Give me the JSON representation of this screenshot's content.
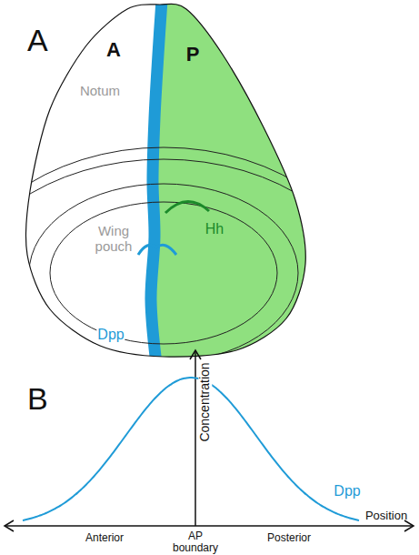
{
  "diagram": {
    "labels": [
      "A",
      "A",
      "P",
      "Notum",
      "Wing pouch",
      "Hh",
      "Dpp",
      "B",
      "Concentration",
      "Dpp",
      "Anterior",
      "AP boundary",
      "Posterior",
      "Position"
    ]
  }
}
